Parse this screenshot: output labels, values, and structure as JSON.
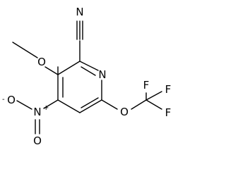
{
  "structure": {
    "atoms": {
      "cyano_n": "N",
      "ring_n": "N",
      "methoxy_o": "O",
      "nitro_n": "N",
      "nitro_n_charge": "+",
      "nitro_o_top": "O",
      "nitro_o_top_charge": "-",
      "nitro_o_bottom": "O",
      "ether_o": "O",
      "fluorine_1": "F",
      "fluorine_2": "F",
      "fluorine_3": "F"
    }
  }
}
